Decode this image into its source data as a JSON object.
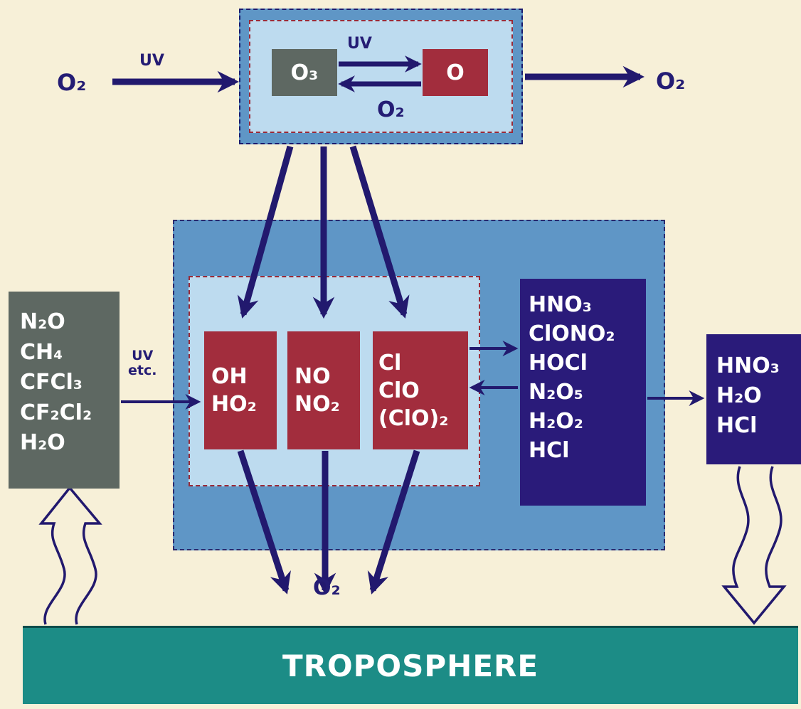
{
  "ozone_cycle": {
    "left_input": "O₂",
    "left_uv": "UV",
    "o3": "O₃",
    "o": "O",
    "forward_uv": "UV",
    "reverse_o2": "O₂",
    "right_output": "O₂"
  },
  "sources": [
    "N₂O",
    "CH₄",
    "CFCl₃",
    "CF₂Cl₂",
    "H₂O"
  ],
  "sources_arrow_label": [
    "UV",
    "etc."
  ],
  "families": {
    "hox": [
      "OH",
      "HO₂"
    ],
    "nox": [
      "NO",
      "NO₂"
    ],
    "clox": [
      "Cl",
      "ClO",
      "(ClO)₂"
    ]
  },
  "reservoirs": [
    "HNO₃",
    "ClONO₂",
    "HOCl",
    "N₂O₅",
    "H₂O₂",
    "HCl"
  ],
  "sinks": [
    "HNO₃",
    "H₂O",
    "HCl"
  ],
  "bottom_product": "O₂",
  "troposphere": "TROPOSPHERE"
}
